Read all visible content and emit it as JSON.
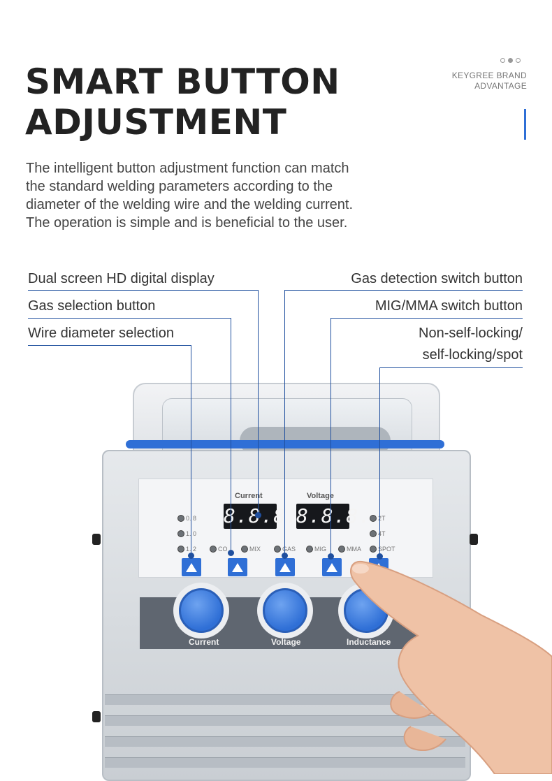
{
  "header": {
    "title_line1": "SMART BUTTON",
    "title_line2": "ADJUSTMENT",
    "brand_line1": "KEYGREE  BRAND",
    "brand_line2": "ADVANTAGE"
  },
  "description": [
    "The intelligent button adjustment function can match",
    "the standard welding parameters according to the",
    "diameter of the welding wire and the welding current.",
    "The operation is simple and is beneficial to the user."
  ],
  "callouts": {
    "left": [
      "Dual screen HD digital display",
      "Gas selection button",
      "Wire diameter selection"
    ],
    "right": [
      "Gas detection switch button",
      "MIG/MMA switch button",
      "Non-self-locking/",
      "self-locking/spot"
    ]
  },
  "panel": {
    "current_label": "Current",
    "voltage_label": "Voltage",
    "current_display": "8.8.8.",
    "voltage_display": "8.8.8.",
    "wire_leds": [
      "0. 8",
      "1. 0",
      "1. 2"
    ],
    "gas_leds": [
      "CO",
      "MIX"
    ],
    "gas_check_led": "GAS",
    "mode_leds": [
      "MIG",
      "MMA"
    ],
    "trigger_leds": [
      "2T",
      "4T",
      "SPOT"
    ],
    "knobs": [
      "Current",
      "Voltage",
      "Inductance"
    ]
  },
  "colors": {
    "accent_blue": "#2f6fd6",
    "callout_line": "#1f4f9e",
    "title": "#222222"
  }
}
